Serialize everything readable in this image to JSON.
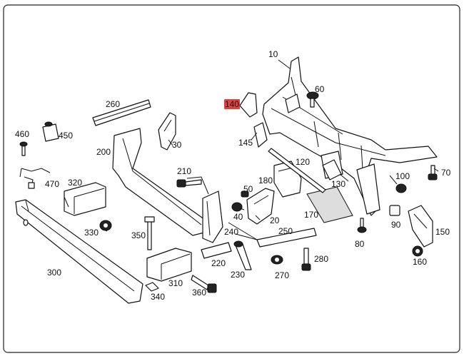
{
  "diagram": {
    "highlighted_part": "140",
    "callouts": [
      {
        "id": "10",
        "text": "10"
      },
      {
        "id": "20",
        "text": "20"
      },
      {
        "id": "30",
        "text": "30"
      },
      {
        "id": "40",
        "text": "40"
      },
      {
        "id": "50",
        "text": "50"
      },
      {
        "id": "60",
        "text": "60"
      },
      {
        "id": "70",
        "text": "70"
      },
      {
        "id": "80",
        "text": "80"
      },
      {
        "id": "90",
        "text": "90"
      },
      {
        "id": "100",
        "text": "100"
      },
      {
        "id": "120",
        "text": "120"
      },
      {
        "id": "130",
        "text": "130"
      },
      {
        "id": "140",
        "text": "140"
      },
      {
        "id": "145",
        "text": "145"
      },
      {
        "id": "150",
        "text": "150"
      },
      {
        "id": "160",
        "text": "160"
      },
      {
        "id": "170",
        "text": "170"
      },
      {
        "id": "180",
        "text": "180"
      },
      {
        "id": "200",
        "text": "200"
      },
      {
        "id": "210",
        "text": "210"
      },
      {
        "id": "220",
        "text": "220"
      },
      {
        "id": "230",
        "text": "230"
      },
      {
        "id": "240",
        "text": "240"
      },
      {
        "id": "250",
        "text": "250"
      },
      {
        "id": "260",
        "text": "260"
      },
      {
        "id": "270",
        "text": "270"
      },
      {
        "id": "280",
        "text": "280"
      },
      {
        "id": "300",
        "text": "300"
      },
      {
        "id": "310",
        "text": "310"
      },
      {
        "id": "320",
        "text": "320"
      },
      {
        "id": "330",
        "text": "330"
      },
      {
        "id": "340",
        "text": "340"
      },
      {
        "id": "350",
        "text": "350"
      },
      {
        "id": "360",
        "text": "360"
      },
      {
        "id": "450",
        "text": "450"
      },
      {
        "id": "460",
        "text": "460"
      },
      {
        "id": "470",
        "text": "470"
      }
    ],
    "colors": {
      "highlight": "#e0403c",
      "line": "#111111",
      "background": "#ffffff"
    }
  }
}
